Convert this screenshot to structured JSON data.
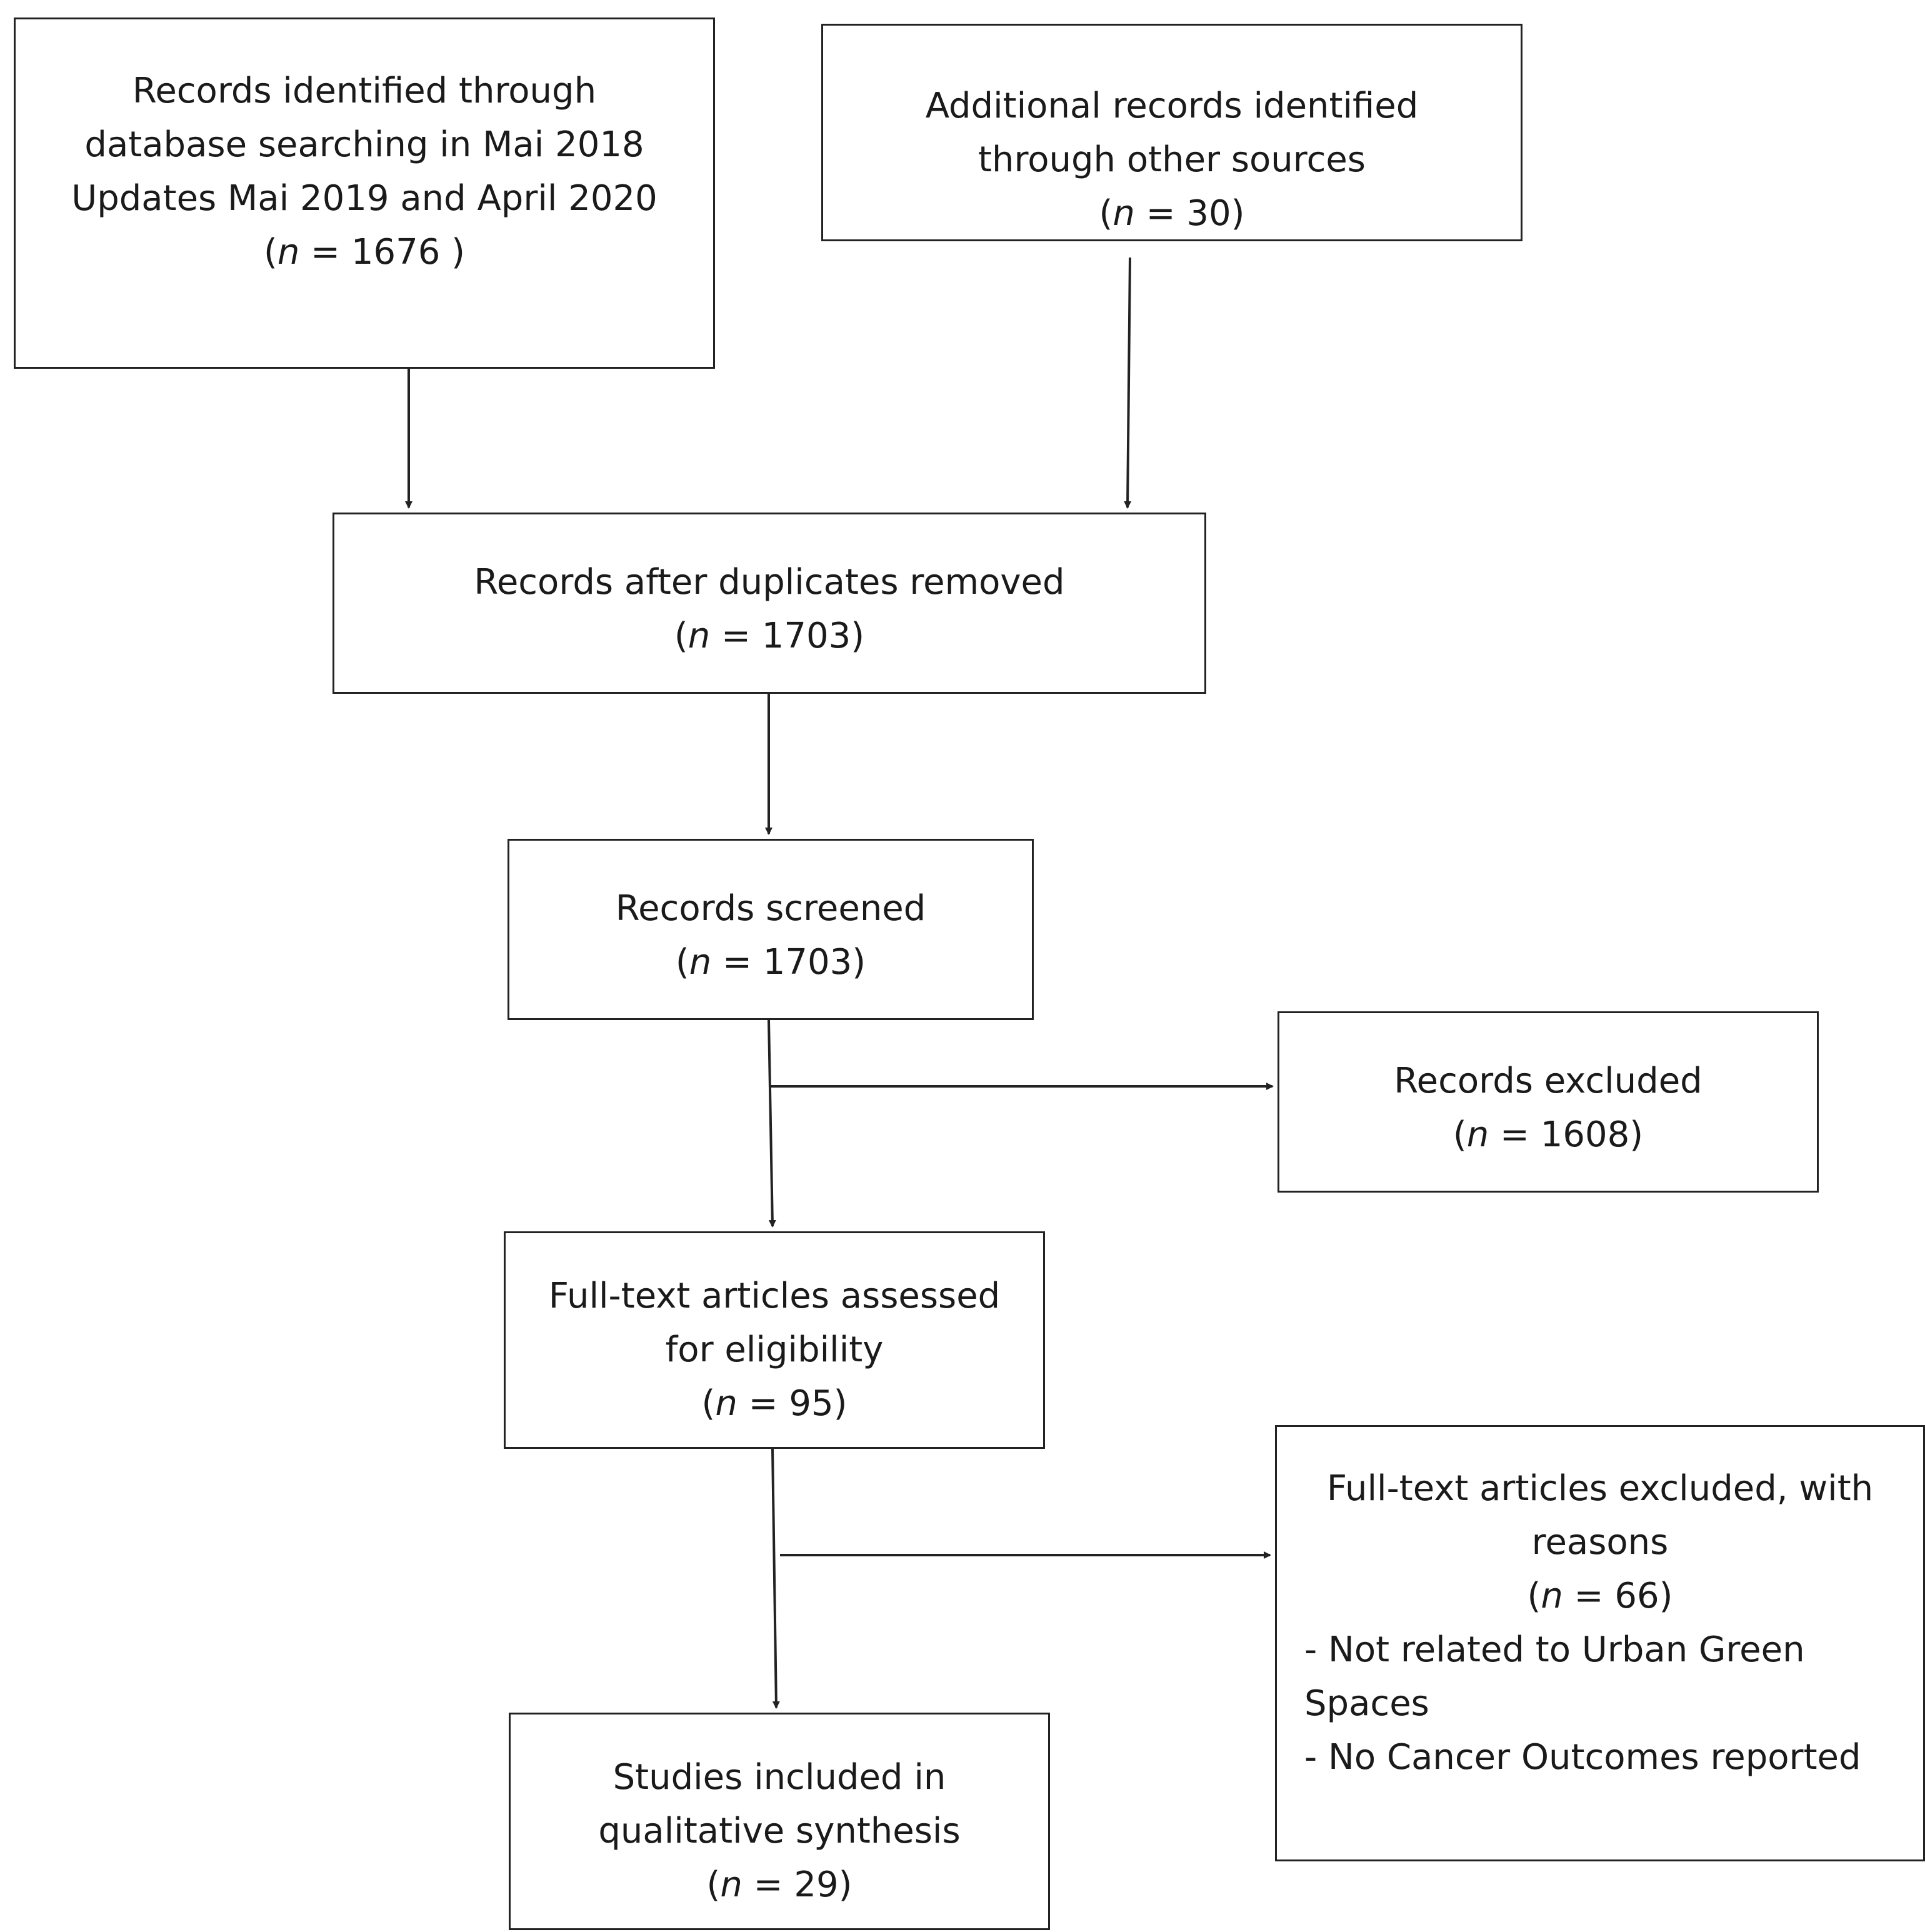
{
  "diagram": {
    "identified_db": {
      "line1": "Records identified through",
      "line2": "database searching in Mai 2018",
      "line3": "Updates Mai 2019 and April 2020",
      "n_label": "n",
      "n_value": " = 1676 )"
    },
    "identified_other": {
      "line1": "Additional records identified",
      "line2": "through other sources",
      "n_label": "n",
      "n_value": " = 30)"
    },
    "after_duplicates": {
      "line1": "Records after duplicates removed",
      "n_label": "n",
      "n_value": " = 1703)"
    },
    "screened": {
      "line1": "Records screened",
      "n_label": "n",
      "n_value": " = 1703)"
    },
    "excluded": {
      "line1": "Records excluded",
      "n_label": "n",
      "n_value": " = 1608)"
    },
    "fulltext_assessed": {
      "line1": "Full-text articles assessed",
      "line2": "for eligibility",
      "n_label": "n",
      "n_value": " = 95)"
    },
    "fulltext_excluded": {
      "line1": "Full-text articles excluded, with",
      "line2": "reasons",
      "n_label": "n",
      "n_value": " = 66)",
      "reason1a": "- Not related to Urban Green",
      "reason1b": "Spaces",
      "reason2": "- No Cancer Outcomes reported"
    },
    "included": {
      "line1": "Studies included in",
      "line2": "qualitative synthesis",
      "n_label": "n",
      "n_value": " = 29)"
    }
  }
}
